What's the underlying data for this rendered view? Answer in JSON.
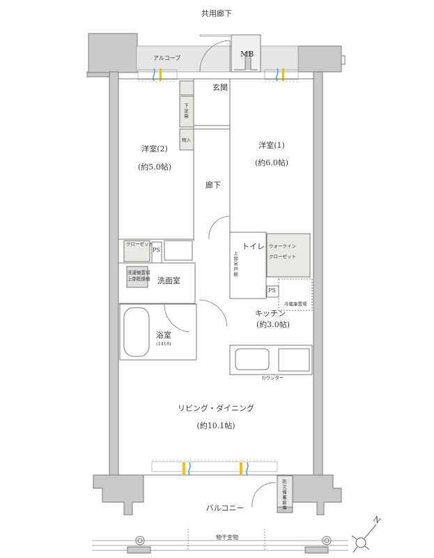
{
  "plan": {
    "corridor": "共用廊下",
    "alcove": "アルコーブ",
    "mb": "MB",
    "entrance": "玄関",
    "shoe_cabinet": "下足箱",
    "storage": "物入",
    "hallway": "廊下",
    "bedroom2": {
      "name": "洋室(2)",
      "size": "(約5.0帖)"
    },
    "bedroom1": {
      "name": "洋室(1)",
      "size": "(約6.0帖)"
    },
    "closet": "クローゼット",
    "ps1": "PS",
    "ps2": "PS",
    "washroom": "洗面室",
    "washer_space": "洗濯機置場",
    "dryer": "上部乾燥機",
    "toilet": "トイレ",
    "upper_cabinet": "上部吊戸棚",
    "walkin_closet_1": "ウォークイン",
    "walkin_closet_2": "クローゼット",
    "fridge_space": "冷蔵庫置場",
    "kitchen": {
      "name": "キッチン",
      "size": "(約3.0帖)"
    },
    "bathroom": {
      "name": "浴室",
      "size": "(1418)"
    },
    "counter": "カウンター",
    "living": {
      "name": "リビング・ダイニング",
      "size": "(約10.1帖)"
    },
    "balcony": "バルコニー",
    "disaster_storage": "防災備蓄倉庫",
    "clothes_rack": "物干金物",
    "north": "N"
  },
  "colors": {
    "wall": "#c8c8c8",
    "wall_stroke": "#7a7a7a",
    "alcove_fill": "#e6e6e6",
    "closet_fill": "#e9e8e3",
    "yellow_marker": "#f2c200",
    "blue_marker": "#3fa3d8"
  }
}
